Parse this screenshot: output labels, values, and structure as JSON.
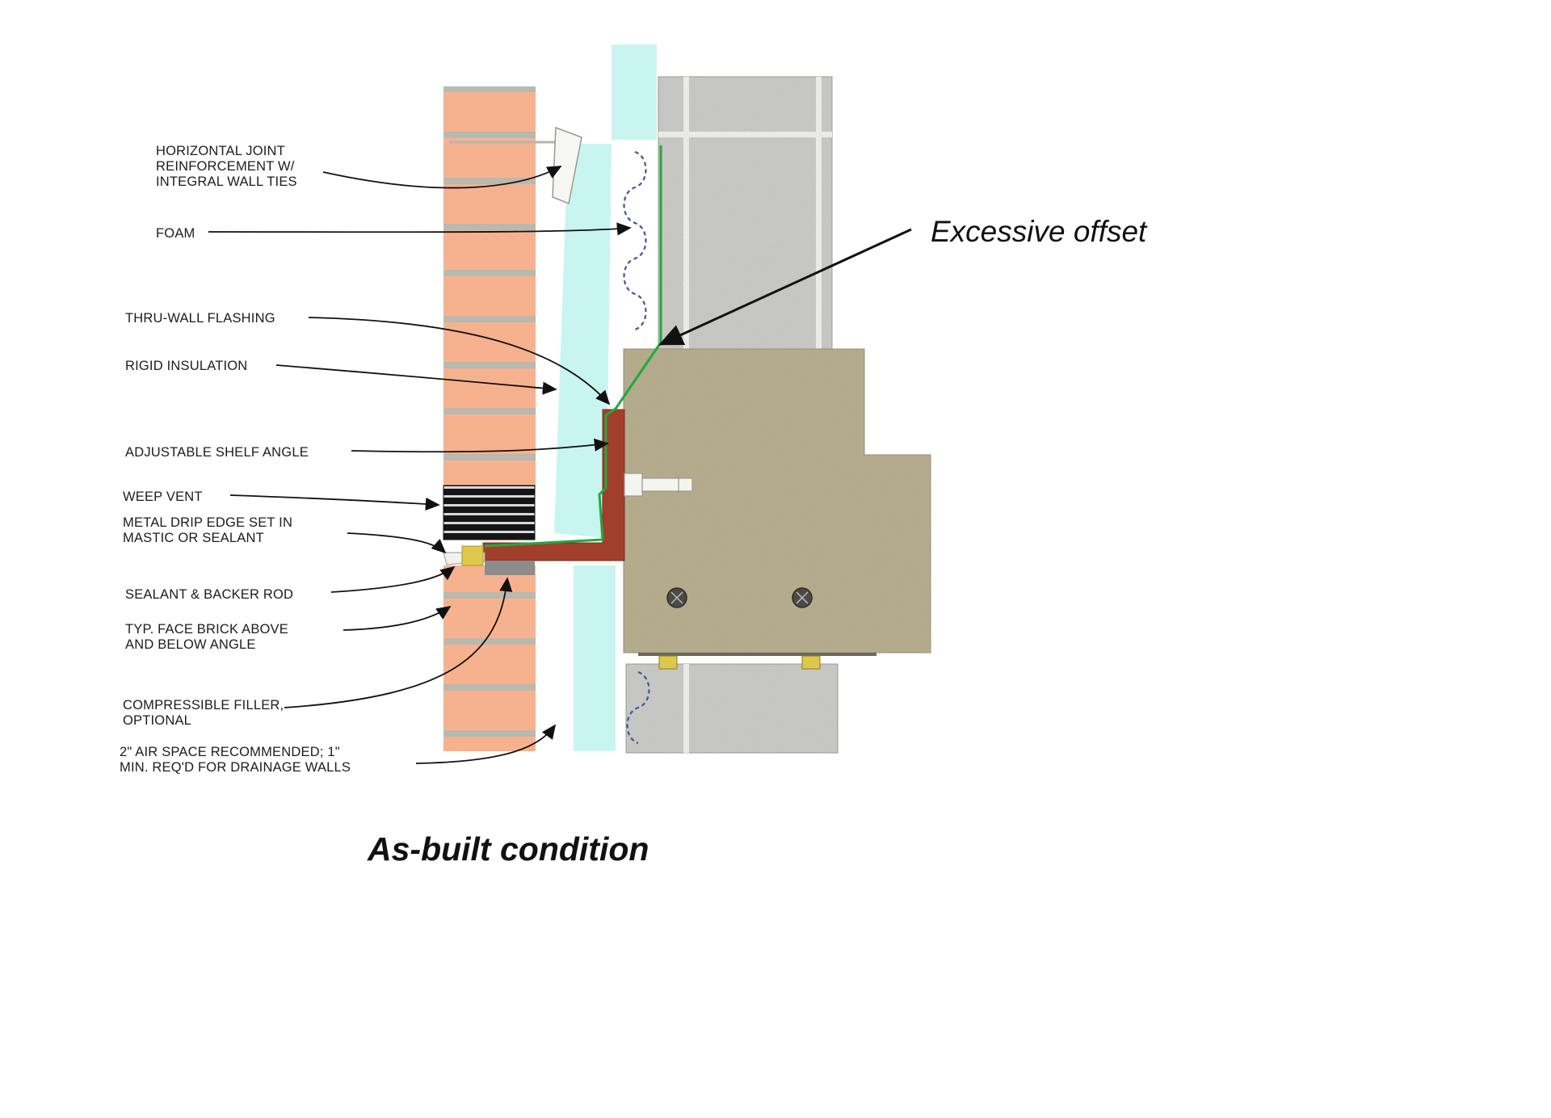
{
  "figure": {
    "caption": "As-built condition",
    "annotation": "Excessive offset"
  },
  "labels": [
    {
      "id": "horizontal-joint-reinforcement",
      "text": "HORIZONTAL JOINT\nREINFORCEMENT W/\nINTEGRAL WALL TIES"
    },
    {
      "id": "foam",
      "text": "FOAM"
    },
    {
      "id": "thru-wall-flashing",
      "text": "THRU-WALL FLASHING"
    },
    {
      "id": "rigid-insulation",
      "text": "RIGID INSULATION"
    },
    {
      "id": "adjustable-shelf-angle",
      "text": "ADJUSTABLE SHELF ANGLE"
    },
    {
      "id": "weep-vent",
      "text": "WEEP VENT"
    },
    {
      "id": "metal-drip-edge",
      "text": "METAL DRIP EDGE SET IN\nMASTIC OR SEALANT"
    },
    {
      "id": "sealant-backer-rod",
      "text": "SEALANT & BACKER ROD"
    },
    {
      "id": "typ-face-brick",
      "text": "TYP. FACE BRICK ABOVE\nAND BELOW ANGLE"
    },
    {
      "id": "compressible-filler",
      "text": "COMPRESSIBLE FILLER,\nOPTIONAL"
    },
    {
      "id": "air-space",
      "text": "2\" AIR SPACE RECOMMENDED;  1\"\nMIN.  REQ'D FOR DRAINAGE WALLS"
    }
  ],
  "colors": {
    "brick": "#f6b28e",
    "mortar": "#b9b9af",
    "insulation": "#c9f5f0",
    "concrete_block": "#c6c6c2",
    "block_joint": "#ebebe7",
    "concrete_beam": "#b3aa8b",
    "shelf_angle": "#a23f2c",
    "sealant": "#ddc84a",
    "backer_rod": "#8c8c8c",
    "flashing_green": "#1faa3c",
    "foam_line": "#44549b",
    "weep_vent": "#161616",
    "arrow": "#111111"
  }
}
